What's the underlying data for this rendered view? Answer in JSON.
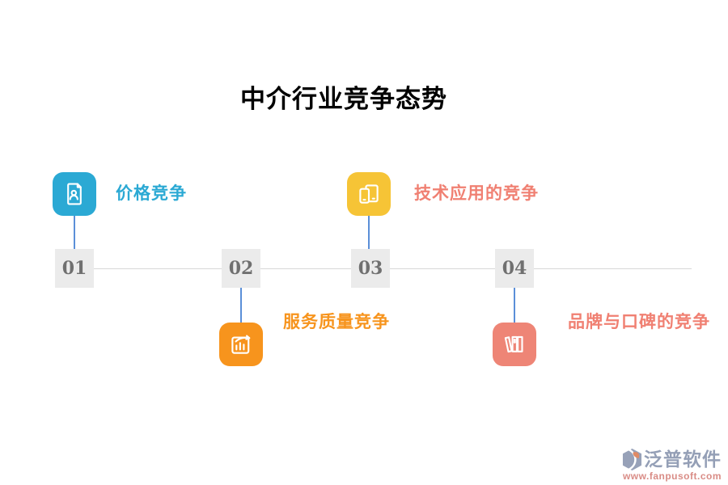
{
  "title": "中介行业竞争态势",
  "steps": [
    {
      "number": "01",
      "label": "价格竞争",
      "icon": "document-person-icon",
      "icon_color": "#2BA9D4",
      "label_color": "#2BA9D4",
      "icon_position": "above-axis"
    },
    {
      "number": "02",
      "label": "服务质量竞争",
      "icon": "bar-chart-arrow-icon",
      "icon_color": "#F7941D",
      "label_color": "#F7941D",
      "icon_position": "below-axis"
    },
    {
      "number": "03",
      "label": "技术应用的竞争",
      "icon": "devices-icon",
      "icon_color": "#F6C436",
      "label_color": "#F08072",
      "icon_position": "above-axis"
    },
    {
      "number": "04",
      "label": "品牌与口碑的竞争",
      "icon": "books-icon",
      "icon_color": "#EE8576",
      "label_color": "#F08072",
      "icon_position": "below-axis"
    }
  ],
  "timeline": {
    "node_bg": "#EBEBEB",
    "node_text_color": "#707070",
    "axis_color": "#D8D8D8",
    "connector_color": "#5B8FD8"
  },
  "watermark": {
    "brand": "泛普软件",
    "url": "www.fanpusoft.com",
    "brand_color": "#8C97B0",
    "url_color": "#D6837C",
    "logo_colors": [
      "#8F9AB3",
      "#DD8158"
    ]
  }
}
